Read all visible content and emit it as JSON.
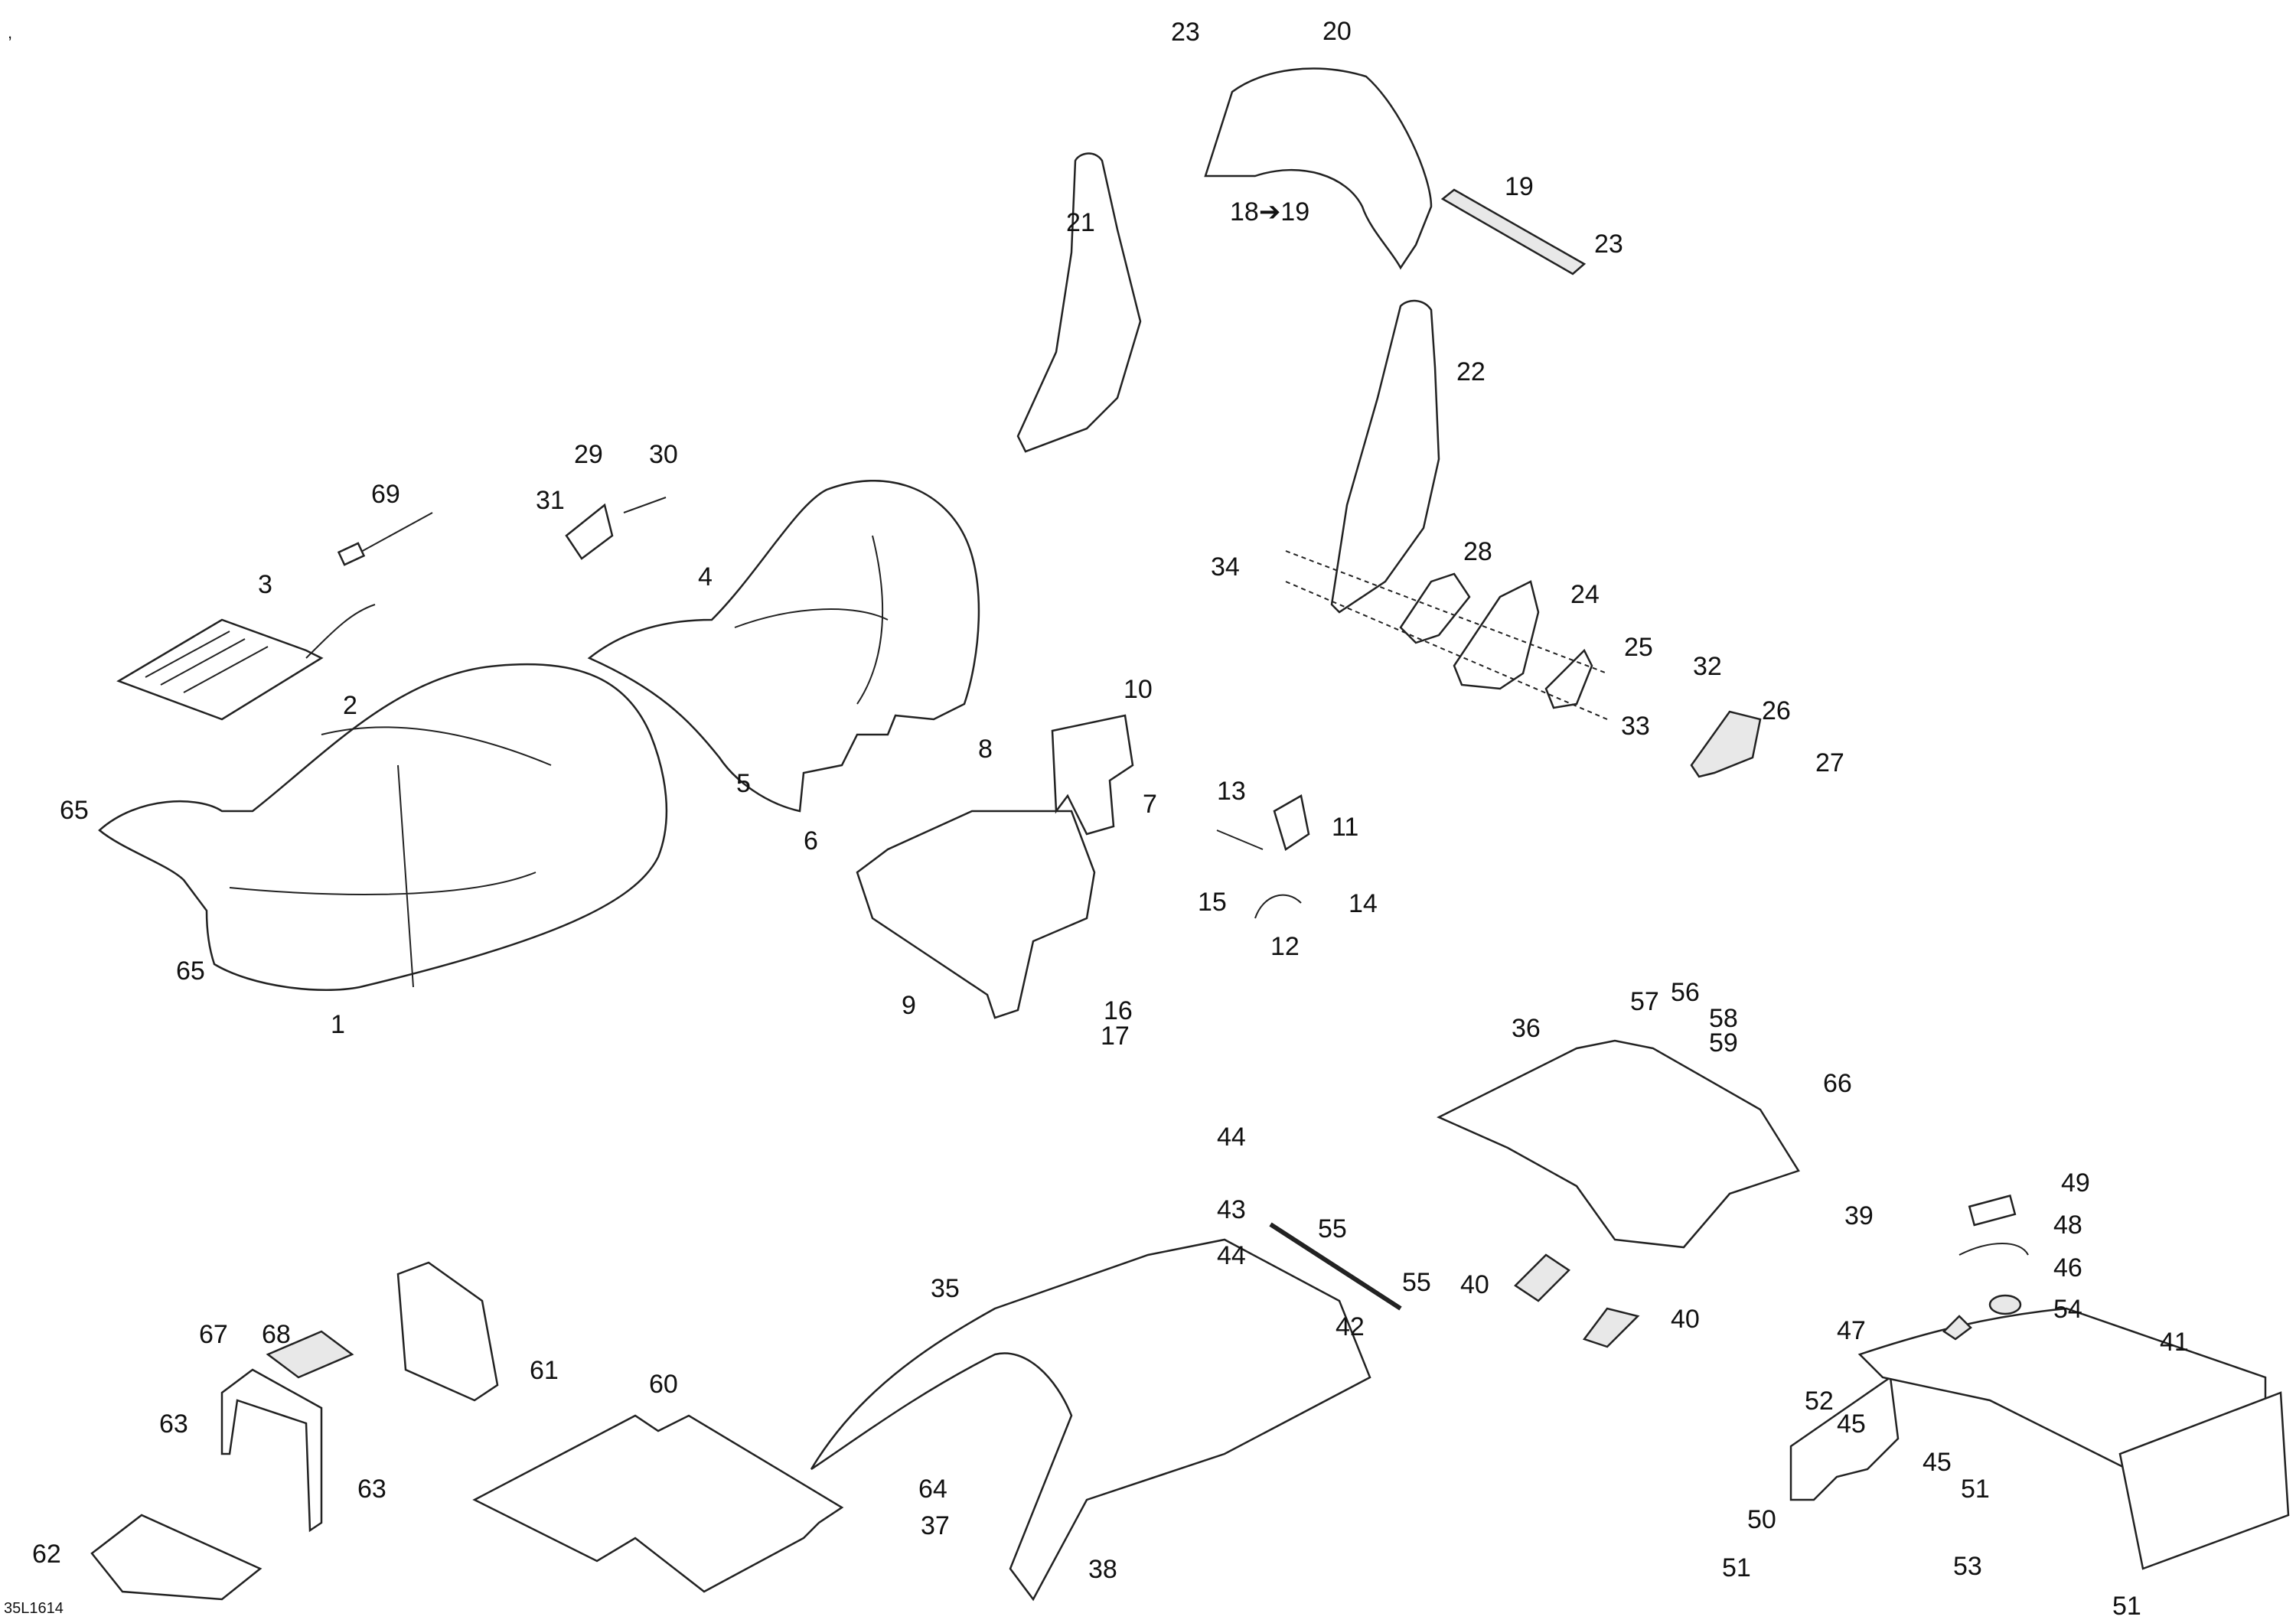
{
  "diagram": {
    "drawing_code": "35L1614",
    "corner_mark": ",",
    "callouts": {
      "c1": "1",
      "c2": "2",
      "c3": "3",
      "c4": "4",
      "c5": "5",
      "c6": "6",
      "c7": "7",
      "c8": "8",
      "c9": "9",
      "c10": "10",
      "c11": "11",
      "c12": "12",
      "c13": "13",
      "c14": "14",
      "c15": "15",
      "c16": "16",
      "c17": "17",
      "c18to19": "18➔19",
      "c19": "19",
      "c20": "20",
      "c21": "21",
      "c22": "22",
      "c23a": "23",
      "c23b": "23",
      "c24": "24",
      "c25": "25",
      "c26": "26",
      "c27": "27",
      "c28": "28",
      "c29": "29",
      "c30": "30",
      "c31": "31",
      "c32": "32",
      "c33": "33",
      "c34": "34",
      "c35": "35",
      "c36": "36",
      "c37": "37",
      "c38": "38",
      "c39": "39",
      "c40a": "40",
      "c40b": "40",
      "c41": "41",
      "c42": "42",
      "c43": "43",
      "c44a": "44",
      "c44b": "44",
      "c45a": "45",
      "c45b": "45",
      "c46": "46",
      "c47": "47",
      "c48": "48",
      "c49": "49",
      "c50": "50",
      "c51a": "51",
      "c51b": "51",
      "c51c": "51",
      "c52": "52",
      "c53": "53",
      "c54": "54",
      "c55a": "55",
      "c55b": "55",
      "c56": "56",
      "c57": "57",
      "c58": "58",
      "c59": "59",
      "c60": "60",
      "c61": "61",
      "c62": "62",
      "c63a": "63",
      "c63b": "63",
      "c64": "64",
      "c65a": "65",
      "c65b": "65",
      "c66": "66",
      "c67": "67",
      "c68": "68",
      "c69": "69"
    }
  }
}
